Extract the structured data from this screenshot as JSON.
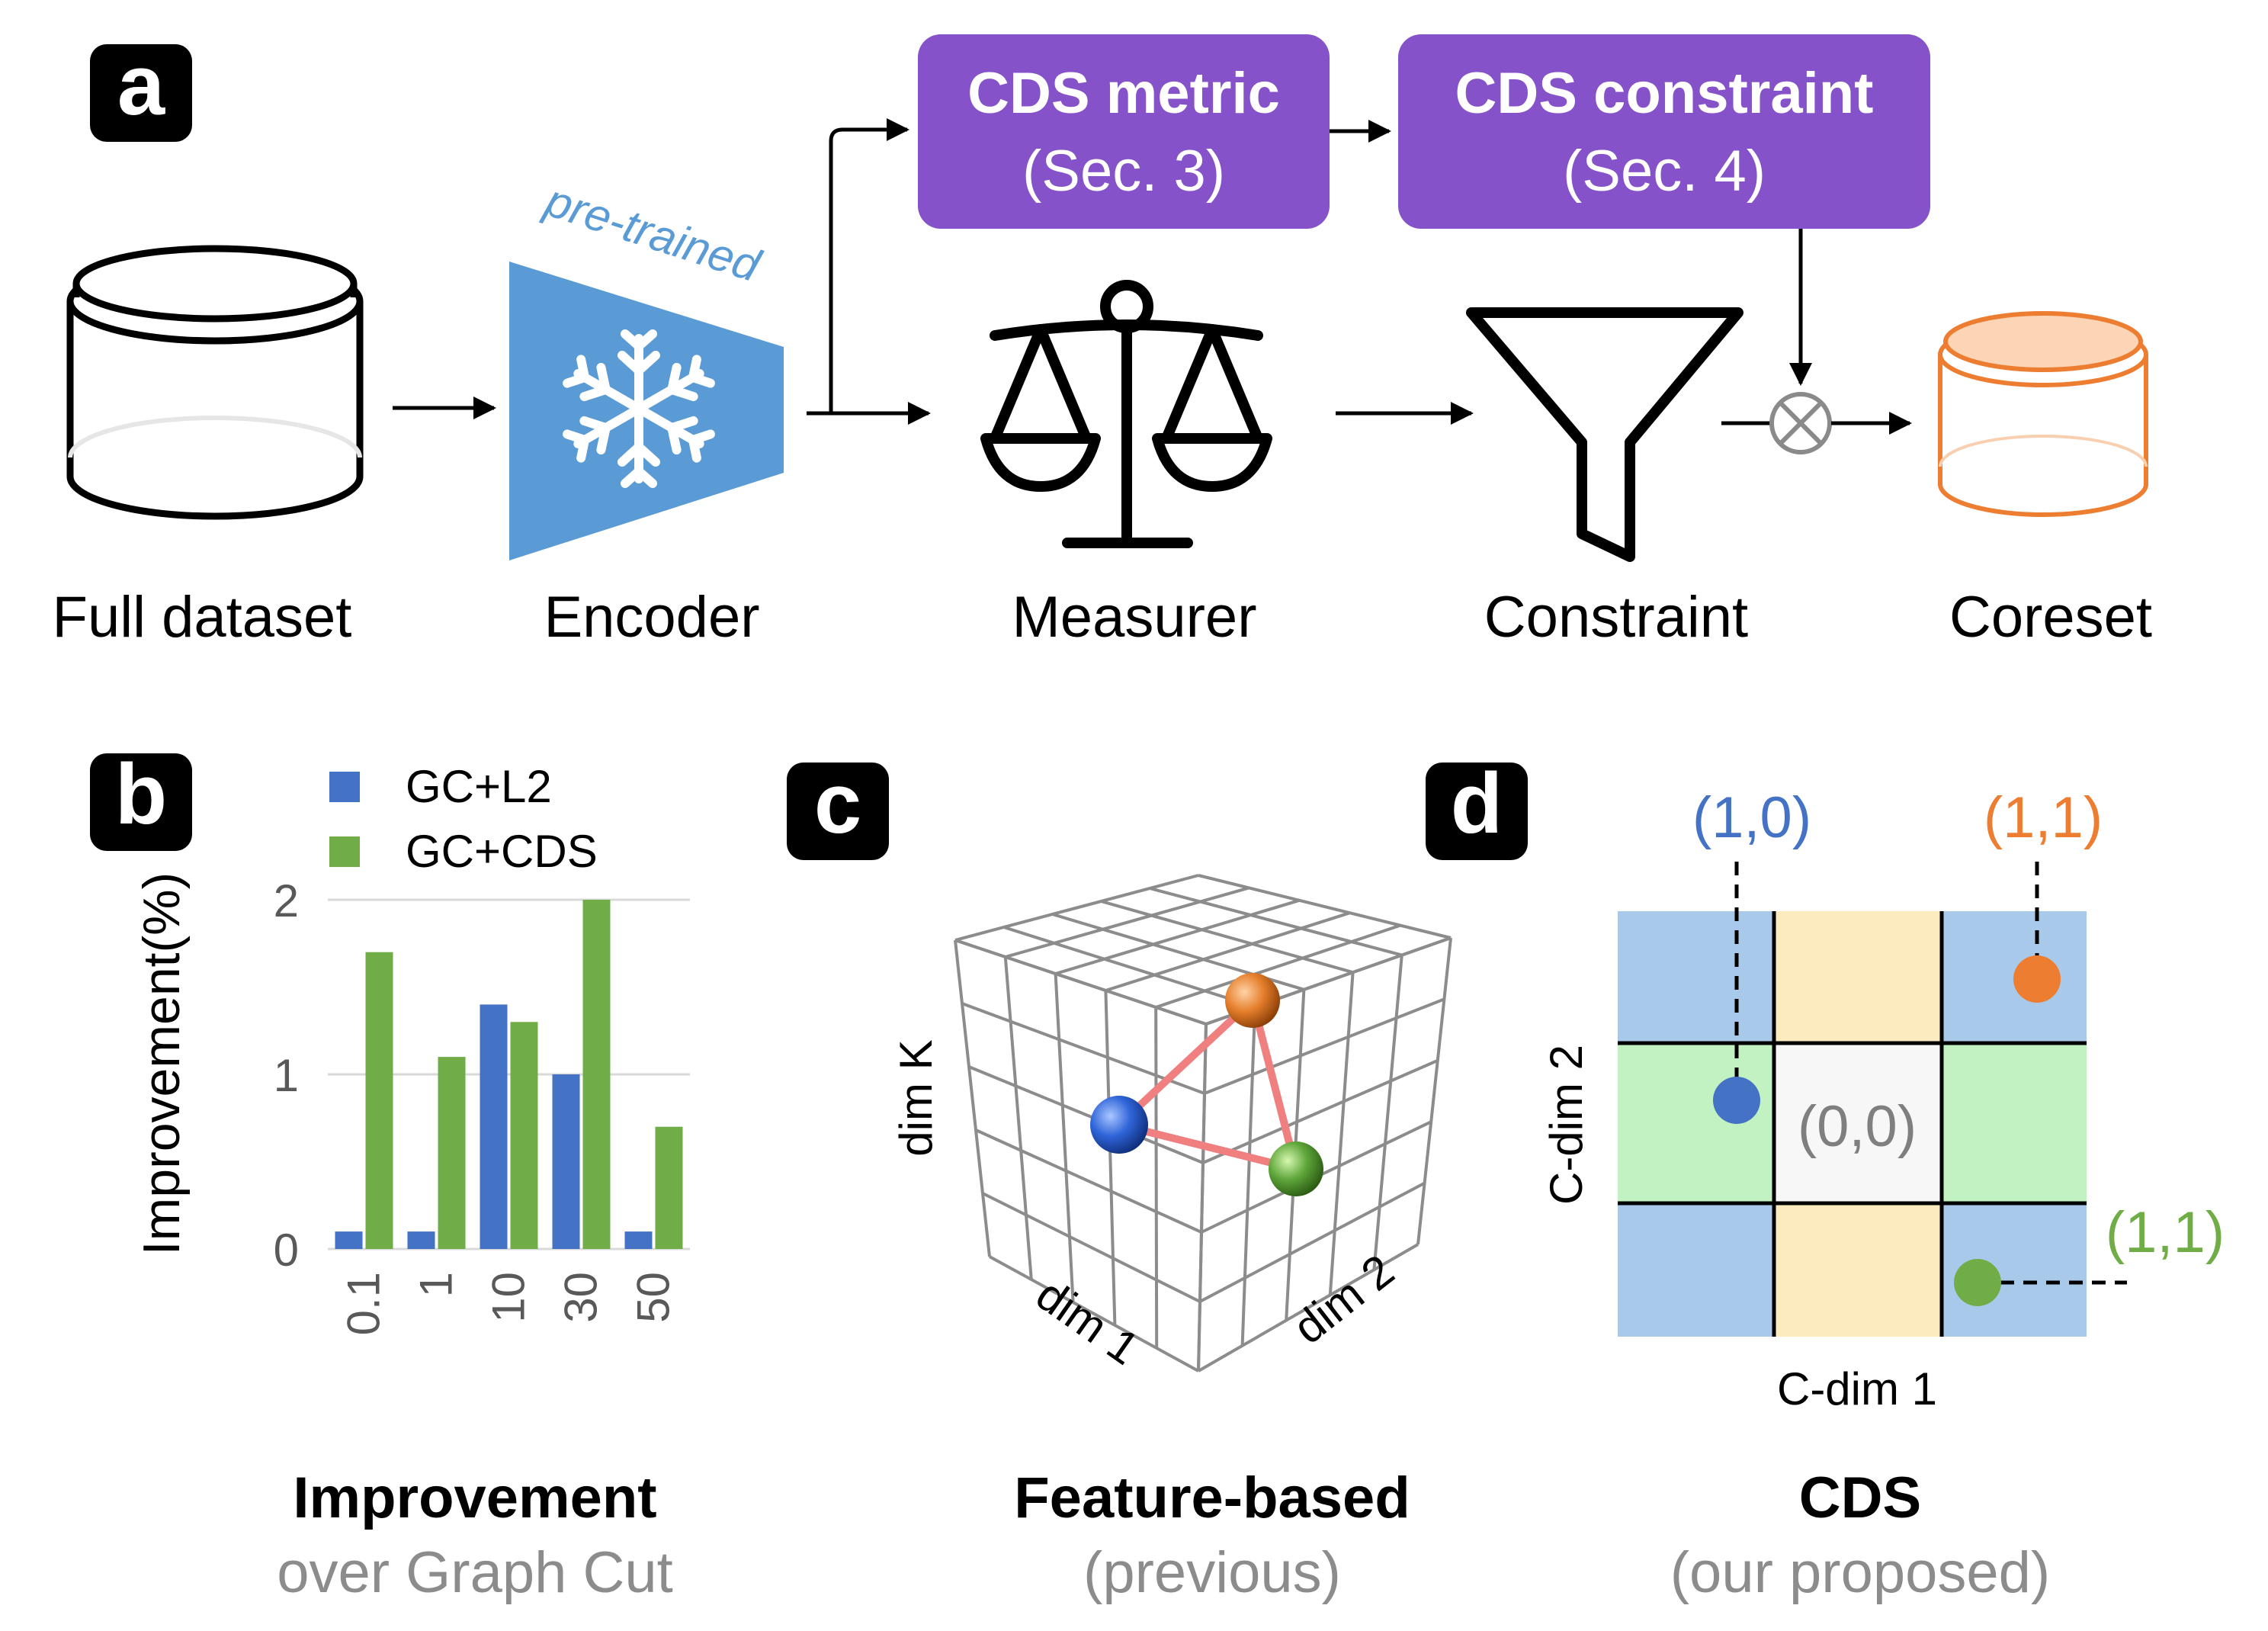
{
  "panel_a": {
    "badge": "a",
    "stages": {
      "full_dataset": "Full dataset",
      "encoder": "Encoder",
      "encoder_tag": "pre-trained",
      "measurer": "Measurer",
      "constraint": "Constraint",
      "coreset": "Coreset"
    },
    "cds_metric": {
      "title": "CDS metric",
      "ref": "(Sec. 3)"
    },
    "cds_constraint": {
      "title": "CDS constraint",
      "ref": "(Sec. 4)"
    },
    "icons": [
      "database-icon",
      "encoder-trapezoid-icon",
      "snowflake-icon",
      "balance-scale-icon",
      "funnel-icon",
      "multiply-circle-icon",
      "coreset-database-icon"
    ]
  },
  "panel_b": {
    "badge": "b",
    "caption_title": "Improvement",
    "caption_sub": "over Graph Cut"
  },
  "panel_c": {
    "badge": "c",
    "axis_k": "dim K",
    "axis_1": "dim 1",
    "axis_2": "dim 2",
    "caption_title": "Feature-based",
    "caption_sub": "(previous)"
  },
  "panel_d": {
    "badge": "d",
    "label_blue": "(1,0)",
    "label_orange": "(1,1)",
    "label_green": "(1,1)",
    "label_center": "(0,0)",
    "xlabel": "C-dim 1",
    "ylabel": "C-dim 2",
    "caption_title": "CDS",
    "caption_sub": "(our proposed)",
    "colors": {
      "blue_cell": "#a9c9ea",
      "yellow_cell": "#fdebc0",
      "green_cell": "#c2f2c2",
      "center_cell": "#f7f7f7"
    }
  },
  "chart_data": {
    "type": "bar",
    "categories": [
      "0.1",
      "1",
      "10",
      "30",
      "50"
    ],
    "series": [
      {
        "name": "GC+L2",
        "values": [
          0.1,
          0.1,
          1.4,
          1.0,
          0.1
        ],
        "color": "#4472c4"
      },
      {
        "name": "GC+CDS",
        "values": [
          1.7,
          1.1,
          1.3,
          2.0,
          0.7
        ],
        "color": "#70ad47"
      }
    ],
    "ylabel": "Improvement(%)",
    "yticks": [
      0,
      1,
      2
    ],
    "ylim": [
      0,
      2
    ],
    "grid": true,
    "legend": "top-left"
  }
}
